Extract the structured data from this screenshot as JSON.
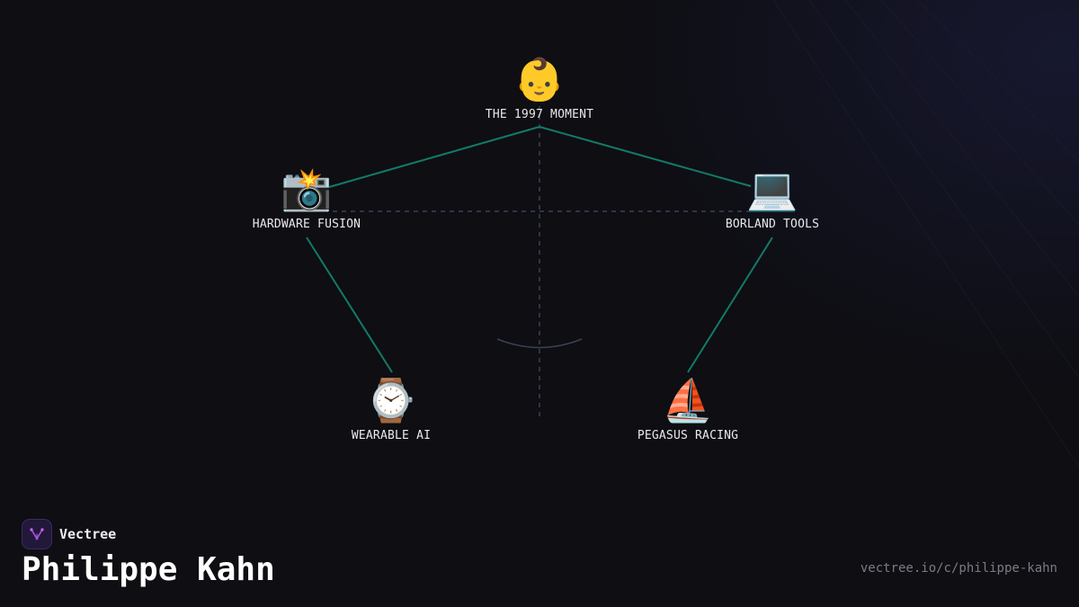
{
  "diagram": {
    "nodes": [
      {
        "id": "moment",
        "icon": "👶",
        "icon_name": "baby-icon",
        "label": "THE 1997 MOMENT"
      },
      {
        "id": "hardware",
        "icon": "📸",
        "icon_name": "camera-flash-icon",
        "label": "HARDWARE FUSION"
      },
      {
        "id": "borland",
        "icon": "💻",
        "icon_name": "laptop-icon",
        "label": "BORLAND TOOLS"
      },
      {
        "id": "wearable",
        "icon": "⌚",
        "icon_name": "watch-icon",
        "label": "WEARABLE AI"
      },
      {
        "id": "pegasus",
        "icon": "⛵",
        "icon_name": "sailboat-icon",
        "label": "PEGASUS RACING"
      }
    ],
    "edges": [
      [
        "moment",
        "hardware"
      ],
      [
        "moment",
        "borland"
      ],
      [
        "hardware",
        "wearable"
      ],
      [
        "borland",
        "pegasus"
      ]
    ],
    "colors": {
      "edge": "#137a68",
      "guide": "#3a4258",
      "background": "#0e0e13"
    }
  },
  "brand": {
    "name": "Vectree",
    "logo_icon": "vectree-logo-icon",
    "accent": "#b44fe0"
  },
  "person": {
    "name": "Philippe Kahn"
  },
  "footer": {
    "url": "vectree.io/c/philippe-kahn"
  }
}
